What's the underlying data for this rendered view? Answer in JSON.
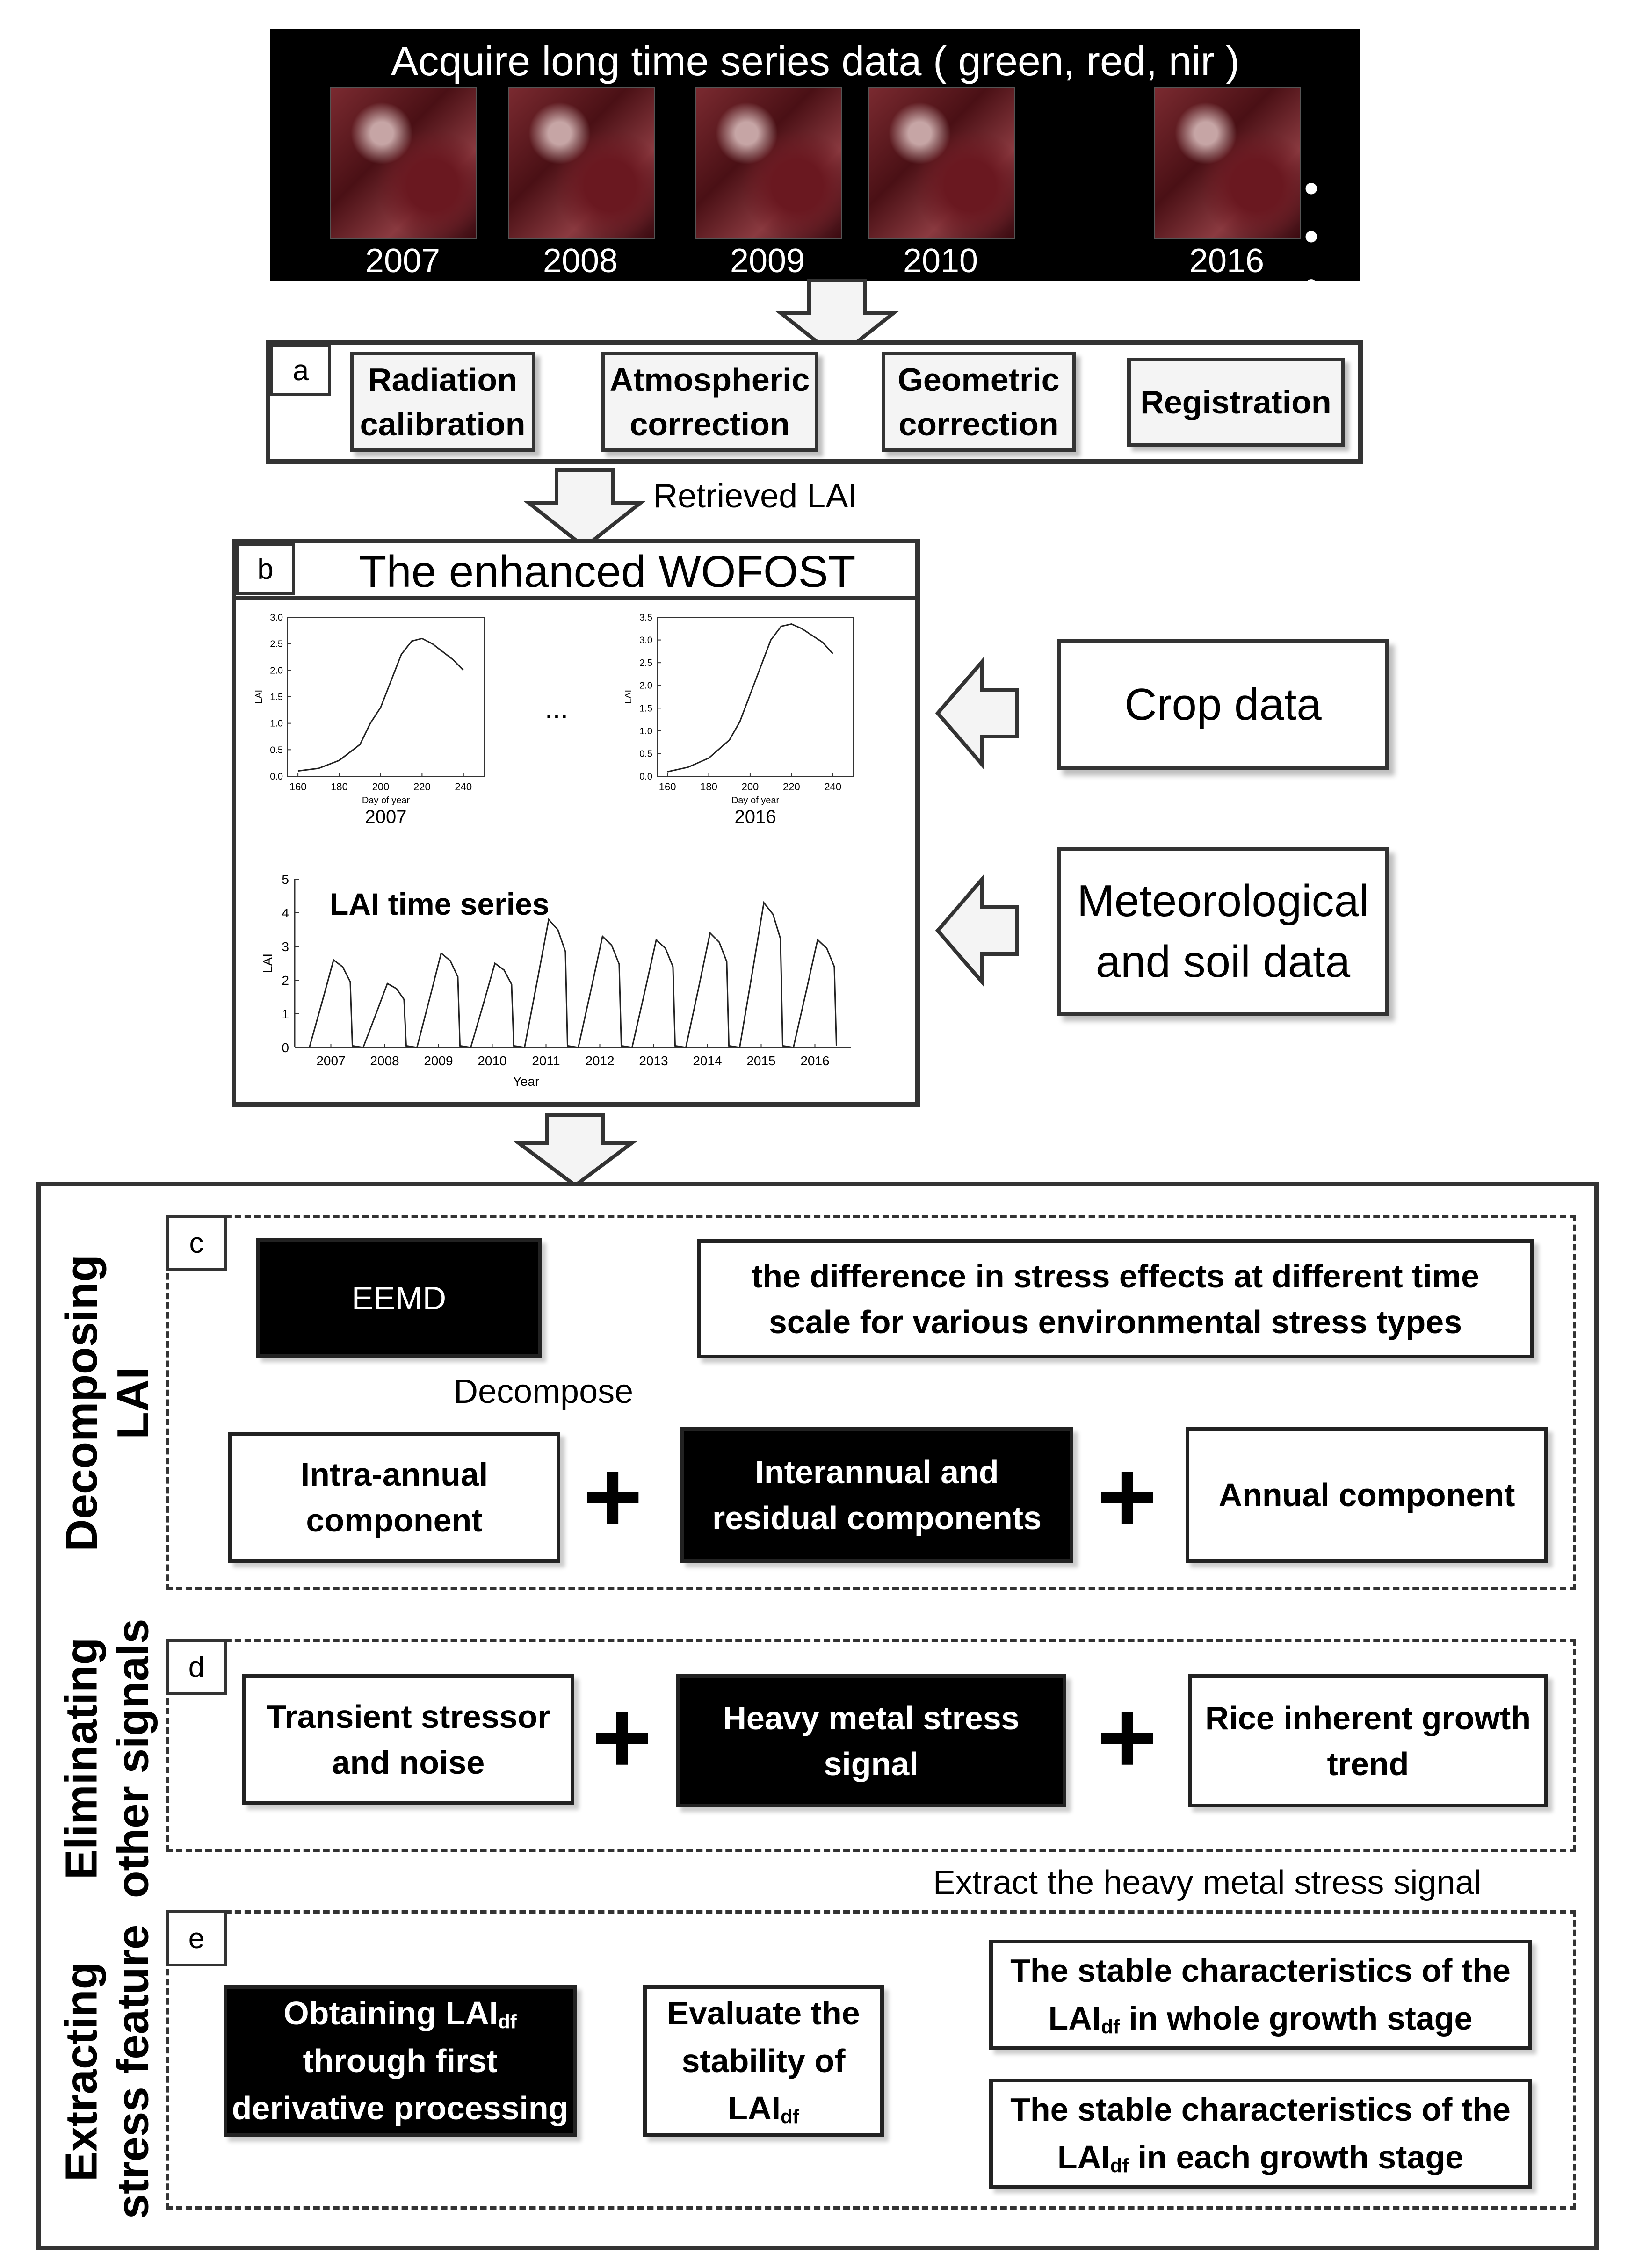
{
  "acquire": {
    "title": "Acquire long time series data ( green, red, nir )",
    "years": [
      "2007",
      "2008",
      "2009",
      "2010",
      "2016"
    ],
    "ellipsis": "• • •"
  },
  "box_a": {
    "tag": "a",
    "steps": [
      {
        "line1": "Radiation",
        "line2": "calibration"
      },
      {
        "line1": "Atmospheric",
        "line2": "correction"
      },
      {
        "line1": "Geometric",
        "line2": "correction"
      },
      {
        "line1": "Registration",
        "line2": ""
      }
    ],
    "output_label": "Retrieved LAI"
  },
  "box_b": {
    "tag": "b",
    "title": "The enhanced WOFOST",
    "ellipsis": "...",
    "series_label": "LAI time series",
    "crop_data": "Crop data",
    "met_line1": "Meteorological",
    "met_line2": "and soil data"
  },
  "section_c": {
    "tag": "c",
    "side_title_1": "Decomposing",
    "side_title_2": "LAI",
    "eemd": "EEMD",
    "difference_line1": "the difference in stress effects at different time",
    "difference_line2": "scale for various environmental stress types",
    "decompose_label": "Decompose",
    "intra_line1": "Intra-annual",
    "intra_line2": "component",
    "inter_line1": "Interannual and",
    "inter_line2": "residual components",
    "annual": "Annual component",
    "plus": "+"
  },
  "section_d": {
    "tag": "d",
    "side_title_1": "Eliminating",
    "side_title_2": "other signals",
    "transient_line1": "Transient stressor",
    "transient_line2": "and noise",
    "heavy_line1": "Heavy metal stress",
    "heavy_line2": "signal",
    "rice_line1": "Rice inherent growth",
    "rice_line2": "trend",
    "plus": "+",
    "extract_label": "Extract the heavy metal stress signal"
  },
  "section_e": {
    "tag": "e",
    "side_title_1": "Extracting",
    "side_title_2": "stress feature",
    "obtain_line1": "Obtaining LAI",
    "obtain_sub": "df",
    "obtain_line2": "through first",
    "obtain_line3": "derivative processing",
    "eval_line1": "Evaluate the",
    "eval_line2": "stability of",
    "eval_line3": "LAI",
    "eval_sub": "df",
    "whole_line1": "The stable characteristics of the",
    "whole_pre": "LAI",
    "whole_sub": "df",
    "whole_post": " in whole growth stage",
    "each_line1": "The stable characteristics of the",
    "each_pre": "LAI",
    "each_sub": "df",
    "each_post": " in each growth stage"
  },
  "chart_data": [
    {
      "type": "line",
      "caption": "2007",
      "xlabel": "Day of year",
      "ylabel": "LAI",
      "xlim": [
        155,
        250
      ],
      "ylim": [
        0,
        3.0
      ],
      "xticks": [
        "160",
        "180",
        "200",
        "220",
        "240"
      ],
      "yticks": [
        "0.0",
        "0.5",
        "1.0",
        "1.5",
        "2.0",
        "2.5",
        "3.0"
      ],
      "x": [
        160,
        170,
        180,
        190,
        195,
        200,
        205,
        210,
        215,
        220,
        225,
        230,
        235,
        240
      ],
      "y": [
        0.1,
        0.15,
        0.3,
        0.6,
        1.0,
        1.3,
        1.8,
        2.3,
        2.55,
        2.6,
        2.5,
        2.35,
        2.2,
        2.0
      ]
    },
    {
      "type": "line",
      "caption": "2016",
      "xlabel": "Day of year",
      "ylabel": "LAI",
      "xlim": [
        155,
        250
      ],
      "ylim": [
        0,
        3.5
      ],
      "xticks": [
        "160",
        "180",
        "200",
        "220",
        "240"
      ],
      "yticks": [
        "0.0",
        "0.5",
        "1.0",
        "1.5",
        "2.0",
        "2.5",
        "3.0",
        "3.5"
      ],
      "x": [
        160,
        170,
        180,
        190,
        195,
        200,
        205,
        210,
        215,
        220,
        225,
        230,
        235,
        240
      ],
      "y": [
        0.1,
        0.2,
        0.4,
        0.8,
        1.2,
        1.8,
        2.4,
        3.0,
        3.3,
        3.35,
        3.25,
        3.1,
        2.95,
        2.7
      ]
    },
    {
      "type": "line",
      "xlabel": "Year",
      "ylabel": "LAI",
      "ylim": [
        0,
        5
      ],
      "yticks": [
        "0",
        "1",
        "2",
        "3",
        "4",
        "5"
      ],
      "categories": [
        "2007",
        "2008",
        "2009",
        "2010",
        "2011",
        "2012",
        "2013",
        "2014",
        "2015",
        "2016"
      ],
      "peaks": [
        2.6,
        1.9,
        2.8,
        2.5,
        3.8,
        3.3,
        3.2,
        3.4,
        4.3,
        3.2
      ]
    }
  ]
}
